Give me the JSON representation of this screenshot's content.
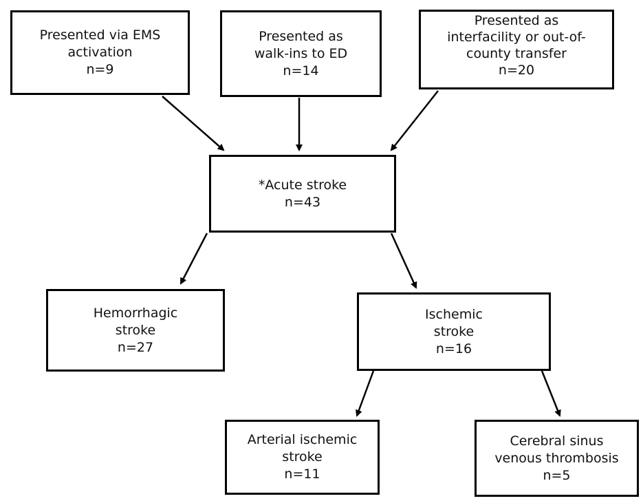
{
  "nodes": {
    "ems": {
      "lines": [
        "Presented via EMS",
        "activation",
        "n=9"
      ]
    },
    "walkin": {
      "lines": [
        "Presented as",
        "walk-ins to ED",
        "n=14"
      ]
    },
    "transfer": {
      "lines": [
        "Presented as",
        "interfacility or out-of-",
        "county transfer",
        "n=20"
      ]
    },
    "acute": {
      "lines": [
        "*Acute stroke",
        "n=43"
      ]
    },
    "hemorrhagic": {
      "lines": [
        "Hemorrhagic",
        "stroke",
        "n=27"
      ]
    },
    "ischemic": {
      "lines": [
        "Ischemic",
        "stroke",
        "n=16"
      ]
    },
    "arterial": {
      "lines": [
        "Arterial ischemic",
        "stroke",
        "n=11"
      ]
    },
    "csvt": {
      "lines": [
        "Cerebral sinus",
        "venous thrombosis",
        "n=5"
      ]
    }
  },
  "edges": [
    {
      "from": "ems",
      "to": "acute"
    },
    {
      "from": "walkin",
      "to": "acute"
    },
    {
      "from": "transfer",
      "to": "acute"
    },
    {
      "from": "acute",
      "to": "hemorrhagic"
    },
    {
      "from": "acute",
      "to": "ischemic"
    },
    {
      "from": "ischemic",
      "to": "arterial"
    },
    {
      "from": "ischemic",
      "to": "csvt"
    }
  ]
}
